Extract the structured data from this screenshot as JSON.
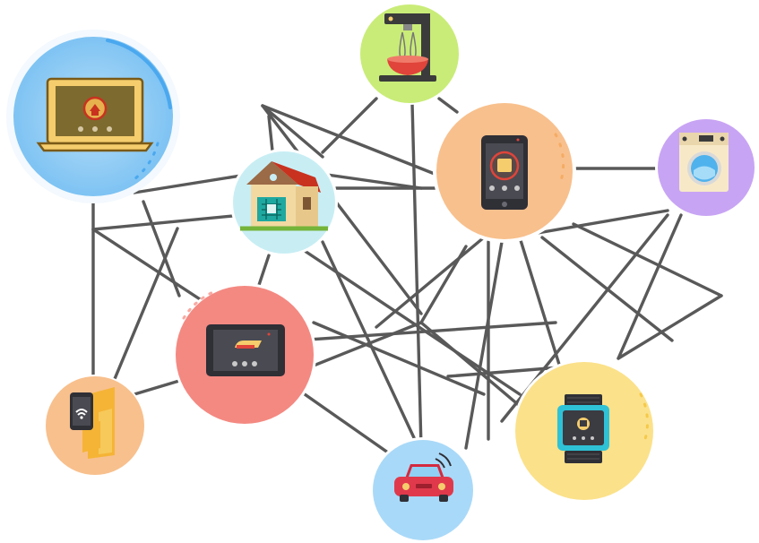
{
  "diagram": {
    "nodes": [
      {
        "id": "laptop",
        "icon": "laptop-home-control-icon",
        "color": "#8ecbf6"
      },
      {
        "id": "mixer",
        "icon": "kitchen-mixer-icon",
        "color": "#c9ec78"
      },
      {
        "id": "smart-house",
        "icon": "smart-house-icon",
        "color": "#c8eef4"
      },
      {
        "id": "smartphone",
        "icon": "smartphone-app-icon",
        "color": "#f8c08d"
      },
      {
        "id": "washing-machine",
        "icon": "washing-machine-icon",
        "color": "#c8a4f4"
      },
      {
        "id": "tablet",
        "icon": "tablet-iron-control-icon",
        "color": "#f48982"
      },
      {
        "id": "phone-door",
        "icon": "phone-door-lock-icon",
        "color": "#f8c08d"
      },
      {
        "id": "car",
        "icon": "connected-car-icon",
        "color": "#a9d9f8"
      },
      {
        "id": "smartwatch",
        "icon": "smartwatch-icon",
        "color": "#fbe18a"
      }
    ],
    "edge_color": "#595959"
  }
}
